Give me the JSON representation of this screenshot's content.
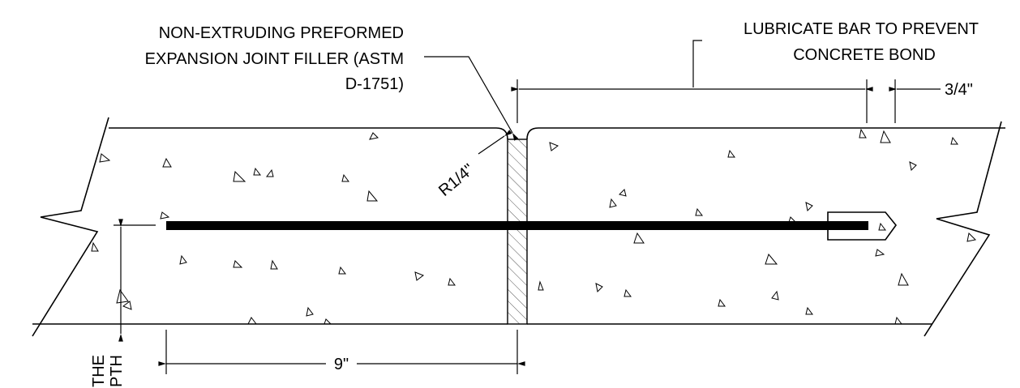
{
  "labels": {
    "filler_line1": "NON-EXTRUDING PREFORMED",
    "filler_line2": "EXPANSION JOINT FILLER (ASTM",
    "filler_line3": "D-1751)",
    "lubricate_line1": "LUBRICATE BAR TO PREVENT",
    "lubricate_line2": "CONCRETE BOND",
    "dim_gap": "3/4\"",
    "radius": "R1/4\"",
    "dim_length": "9\"",
    "cut_text_line1": "THE",
    "cut_text_line2": "PTH"
  },
  "colors": {
    "line": "#000000",
    "background": "#ffffff",
    "hatch": "#000000"
  }
}
